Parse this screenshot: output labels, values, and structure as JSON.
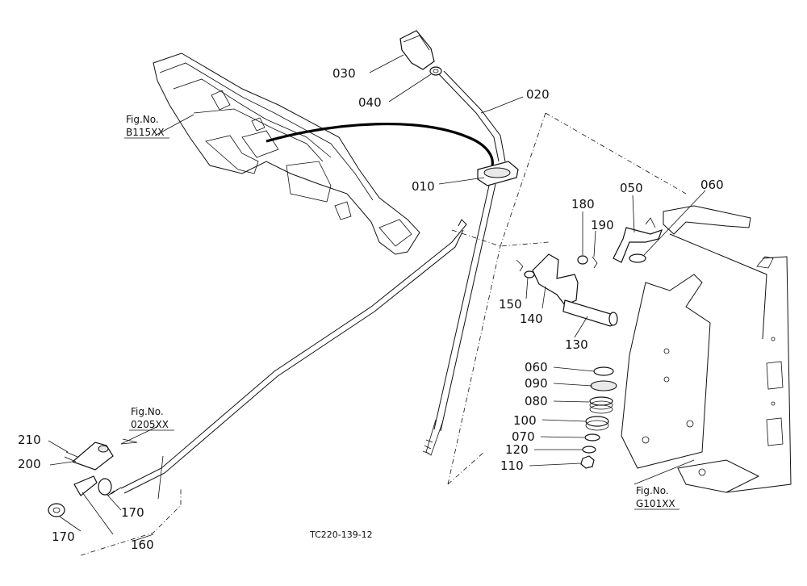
{
  "callouts": {
    "p010": "010",
    "p020": "020",
    "p030": "030",
    "p040": "040",
    "p050": "050",
    "p060a": "060",
    "p060b": "060",
    "p070": "070",
    "p080": "080",
    "p090": "090",
    "p100": "100",
    "p110": "110",
    "p120": "120",
    "p130": "130",
    "p140": "140",
    "p150": "150",
    "p160": "160",
    "p170a": "170",
    "p170b": "170",
    "p180": "180",
    "p190": "190",
    "p200": "200",
    "p210": "210"
  },
  "fig_refs": {
    "b115": {
      "label": "Fig.No.",
      "code": "B115XX"
    },
    "d205": {
      "label": "Fig.No.",
      "code": "0205XX"
    },
    "g101": {
      "label": "Fig.No.",
      "code": "G101XX"
    }
  },
  "drawing_code": "TC220-139-12"
}
